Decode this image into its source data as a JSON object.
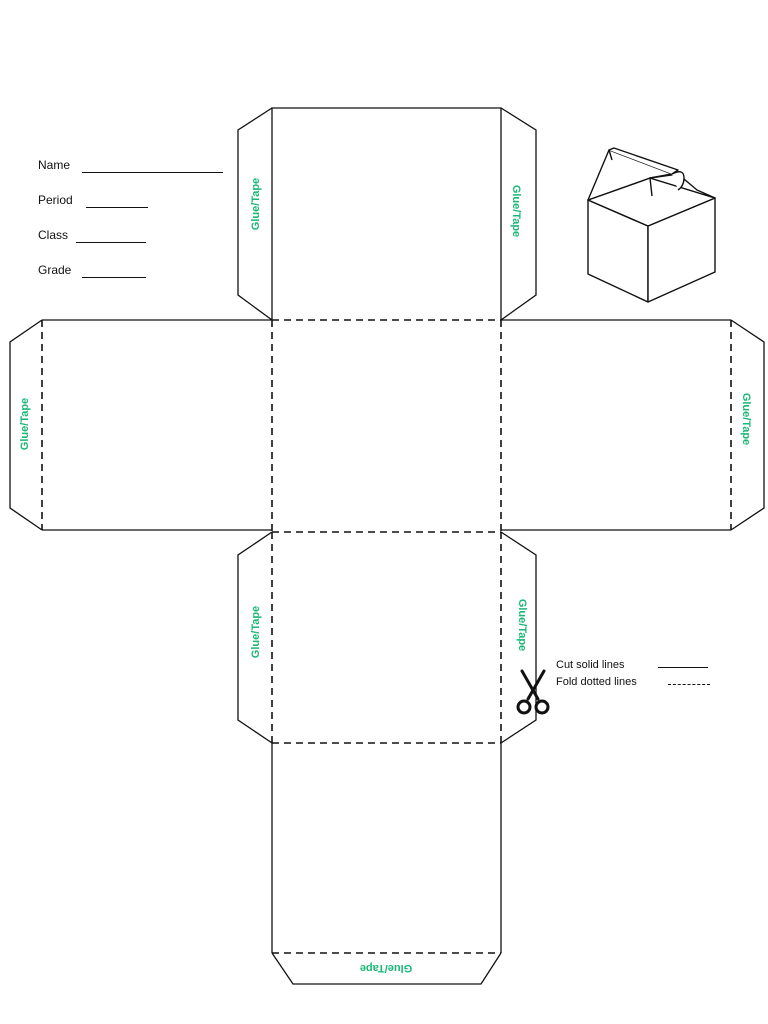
{
  "form": {
    "name_label": "Name",
    "period_label": "Period",
    "class_label": "Class",
    "grade_label": "Grade"
  },
  "tabs": {
    "top_left": "Glue/Tape",
    "top_right": "Glue/Tape",
    "left": "Glue/Tape",
    "right": "Glue/Tape",
    "bottom_left": "Glue/Tape",
    "bottom_right": "Glue/Tape",
    "bottom": "Glue/Tape"
  },
  "legend": {
    "cut": "Cut solid lines",
    "fold": "Fold dotted lines"
  },
  "colors": {
    "tab_text": "#19b877",
    "lines": "#111111"
  },
  "icons": [
    "scissors-icon",
    "open-box-icon"
  ]
}
